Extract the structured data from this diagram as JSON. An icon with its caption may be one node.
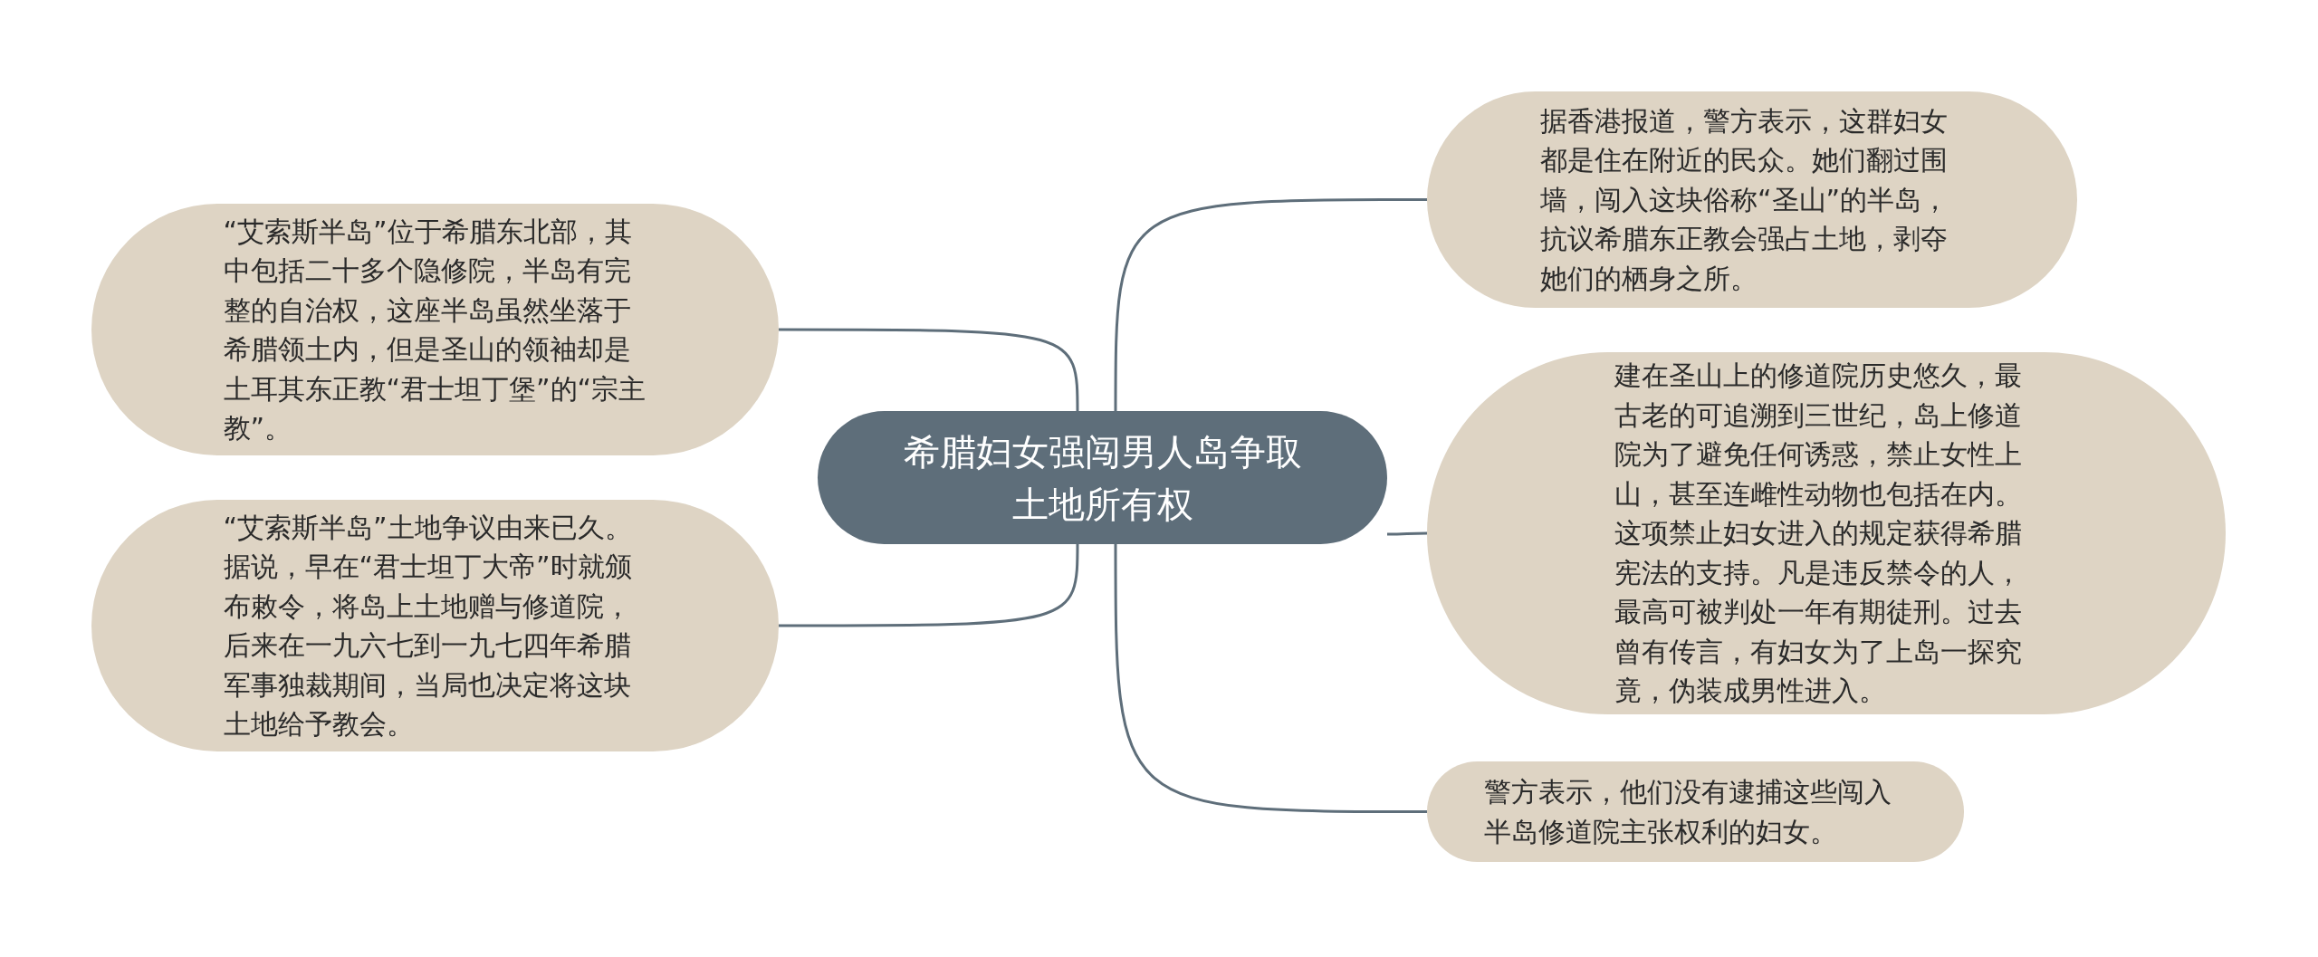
{
  "diagram": {
    "nodes": [
      {
        "text": [
          "希腊妇女强闯男人岛争取土地所有权"
        ]
      },
      {
        "text": [
          "“艾索斯半岛”位于希腊东北部，其中包括二十多个隐修院，半岛有完整的自治权，这座半岛虽然坐落于希腊领土内，但是圣山的领袖却是土耳其东正教“君士坦丁堡”的“宗主教”。"
        ]
      },
      {
        "text": [
          "“艾索斯半岛”土地争议由来已久。据说，早在“君士坦丁大帝”时就颁布敕令，将岛上土地赠与修道院，后来在一九六七到一九七四年希腊军事独裁期间，当局也决定将这块土地给予教会。"
        ]
      },
      {
        "text": [
          "据香港报道，警方表示，这群妇女都是住在附近的民众。她们翻过围墙，闯入这块俗称“圣山”的半岛，抗议希腊东正教会强占土地，剥夺她们的栖身之所。"
        ]
      },
      {
        "text": [
          "建在圣山上的修道院历史悠久，最古老的可追溯到三世纪，岛上修道院为了避免任何诱惑，禁止女性上山，甚至连雌性动物也包括在内。这项禁止妇女进入的规定获得希腊宪法的支持。凡是违反禁令的人，最高可被判处一年有期徒刑。过去曾有传言，有妇女为了上岛一探究竟，伪装成男性进入。"
        ]
      },
      {
        "text": [
          "警方表示，他们没有逮捕这些闯入半岛修道院主张权利的妇女。"
        ]
      }
    ],
    "edges": [
      {
        "from": 0,
        "to": 1,
        "arrow": "none"
      },
      {
        "from": 0,
        "to": 2,
        "arrow": "none"
      },
      {
        "from": 0,
        "to": 3,
        "arrow": "none"
      },
      {
        "from": 0,
        "to": 4,
        "arrow": "none"
      },
      {
        "from": 0,
        "to": 5,
        "arrow": "none"
      }
    ]
  }
}
